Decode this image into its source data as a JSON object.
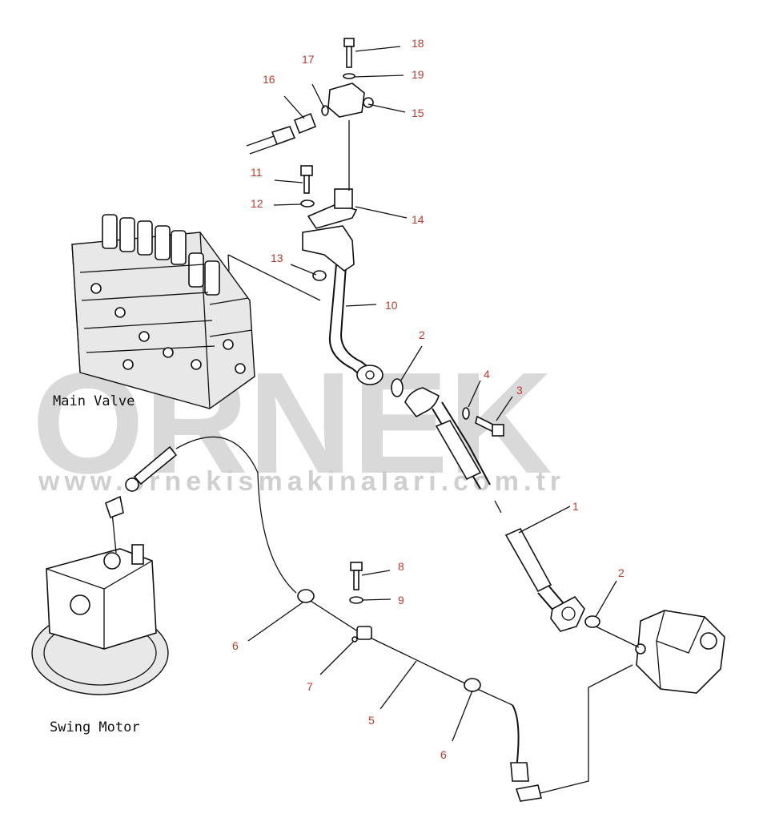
{
  "diagram": {
    "labels": {
      "main_valve": "Main Valve",
      "swing_motor": "Swing Motor"
    },
    "watermark": {
      "brand": "ORNEK",
      "url": "www.ornekismakinalari.com.tr"
    },
    "callouts": [
      {
        "id": "c1",
        "text": "1"
      },
      {
        "id": "c2a",
        "text": "2"
      },
      {
        "id": "c2b",
        "text": "2"
      },
      {
        "id": "c3",
        "text": "3"
      },
      {
        "id": "c4",
        "text": "4"
      },
      {
        "id": "c5",
        "text": "5"
      },
      {
        "id": "c6a",
        "text": "6"
      },
      {
        "id": "c6b",
        "text": "6"
      },
      {
        "id": "c7",
        "text": "7"
      },
      {
        "id": "c8",
        "text": "8"
      },
      {
        "id": "c9",
        "text": "9"
      },
      {
        "id": "c10",
        "text": "10"
      },
      {
        "id": "c11",
        "text": "11"
      },
      {
        "id": "c12",
        "text": "12"
      },
      {
        "id": "c13",
        "text": "13"
      },
      {
        "id": "c14",
        "text": "14"
      },
      {
        "id": "c15",
        "text": "15"
      },
      {
        "id": "c16",
        "text": "16"
      },
      {
        "id": "c17",
        "text": "17"
      },
      {
        "id": "c18",
        "text": "18"
      },
      {
        "id": "c19",
        "text": "19"
      }
    ],
    "colors": {
      "callout_text": "#c0392b",
      "watermark": "#d9d9d9",
      "line": "#111111"
    }
  }
}
